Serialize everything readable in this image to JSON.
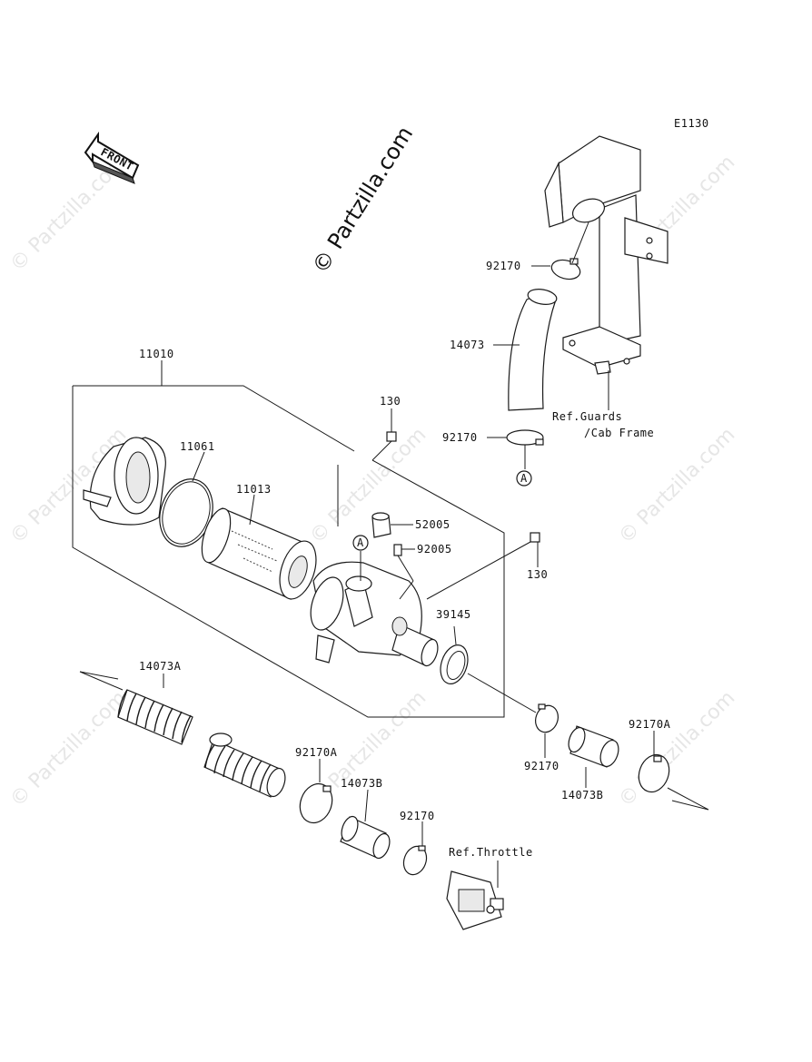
{
  "diagram_code": "E1130",
  "front_label": "FRONT",
  "copyright": "© Partzilla.com",
  "watermark": "© Partzilla.com",
  "callout_letter": "A",
  "labels": {
    "p11010": "11010",
    "p11061": "11061",
    "p11013": "11013",
    "p130a": "130",
    "p130b": "130",
    "p52005": "52005",
    "p92005": "92005",
    "p39145": "39145",
    "p92170_top": "92170",
    "p14073": "14073",
    "p92170_mid": "92170",
    "p14073A": "14073A",
    "p92170A_left": "92170A",
    "p14073B_left": "14073B",
    "p92170_bottom": "92170",
    "p92170_right": "92170",
    "p14073B_right": "14073B",
    "p92170A_right": "92170A",
    "ref_guards_1": "Ref.Guards",
    "ref_guards_2": "/Cab Frame",
    "ref_throttle": "Ref.Throttle"
  }
}
